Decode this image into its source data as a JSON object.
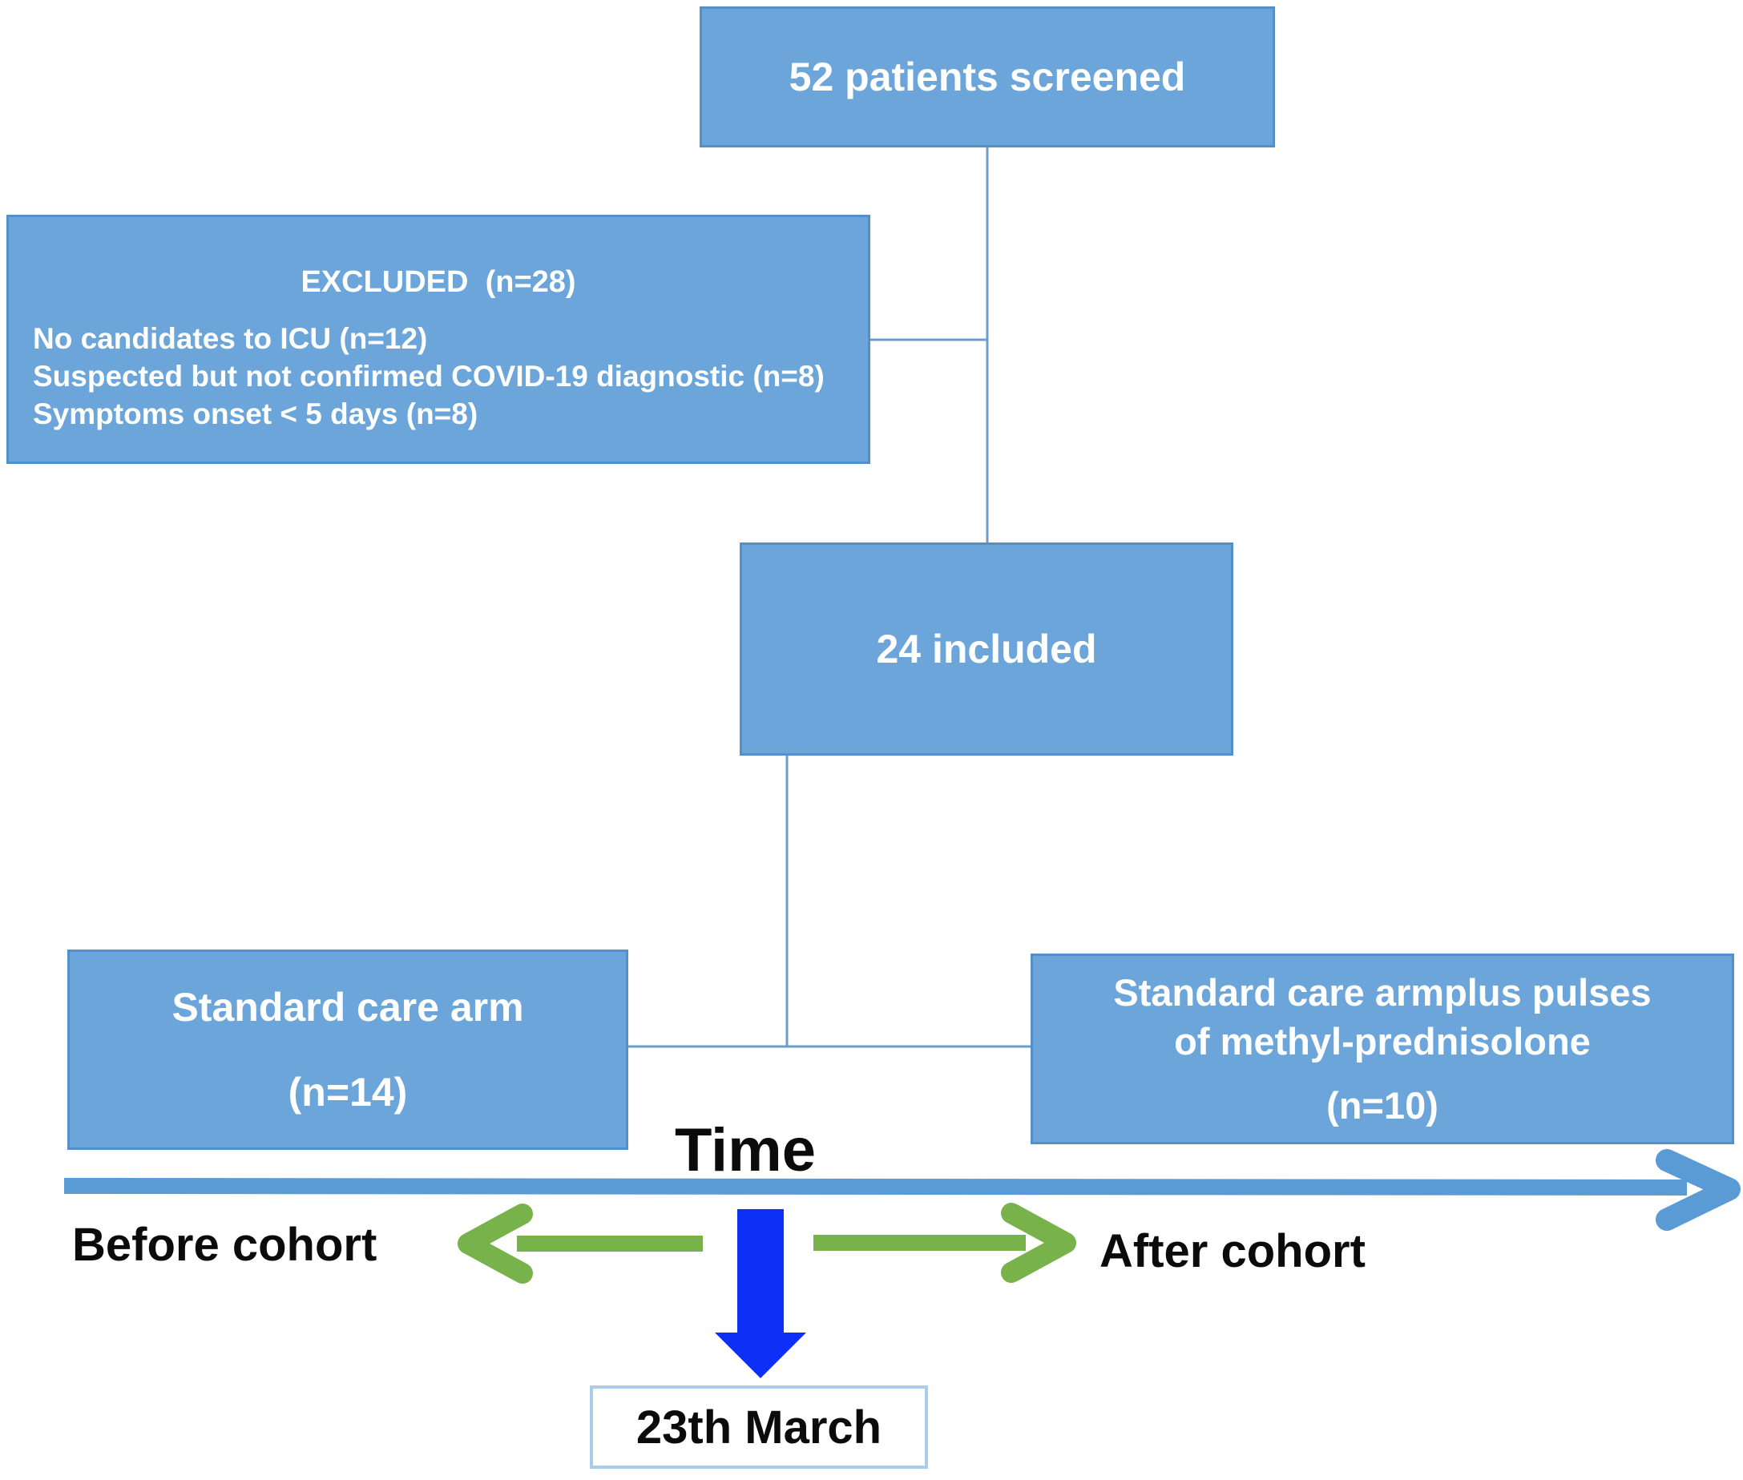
{
  "colors": {
    "box_fill": "#6BA5D9",
    "box_border": "#5390CA",
    "connector": "#6E9DC9",
    "timeline": "#5B9BD5",
    "green": "#77B24A",
    "deep_blue": "#0D2FF6",
    "march_border": "#A9CDEB"
  },
  "flowchart": {
    "screened_box": {
      "label": "52 patients screened"
    },
    "excluded_box": {
      "title": "EXCLUDED  (n=28)",
      "items": [
        "No candidates to ICU (n=12)",
        "Suspected but not confirmed COVID-19 diagnostic (n=8)",
        "Symptoms onset < 5 days (n=8)"
      ]
    },
    "included_box": {
      "label": "24 included"
    },
    "standard_arm_box": {
      "line1": "Standard care arm",
      "line2": "(n=14)"
    },
    "steroid_arm_box": {
      "line1": "Standard care armplus pulses",
      "line2": "of methyl-prednisolone",
      "line3": "(n=10)"
    }
  },
  "timeline": {
    "title": "Time",
    "before_label": "Before cohort",
    "after_label": "After cohort",
    "date_label": "23th March"
  }
}
